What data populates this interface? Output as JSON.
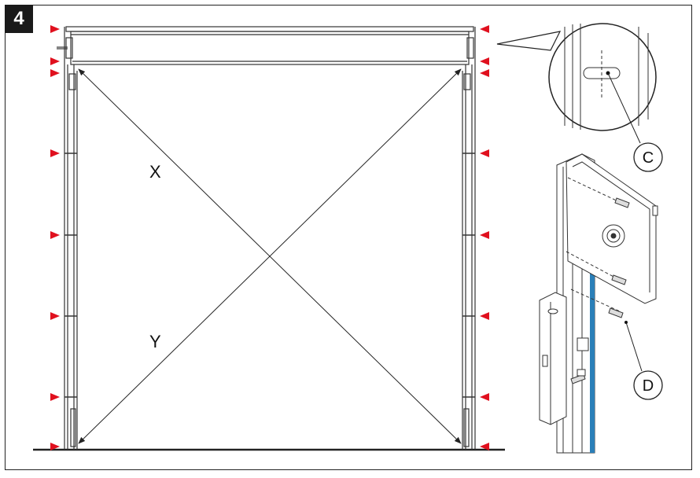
{
  "step_number": "4",
  "diagonal_labels": {
    "x": "X",
    "y": "Y"
  },
  "callouts": {
    "c": "C",
    "d": "D"
  },
  "colors": {
    "marker": "#e0101e",
    "line": "#222222",
    "accent_blue": "#2a7fb8"
  }
}
